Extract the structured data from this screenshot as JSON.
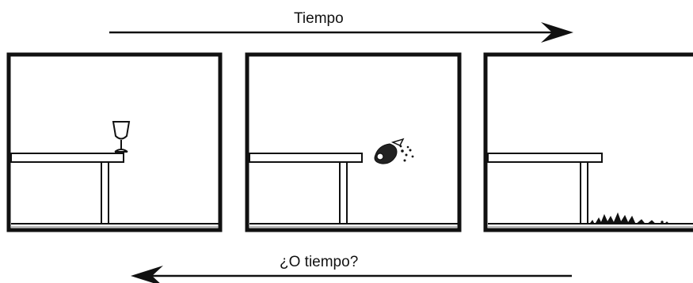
{
  "labels": {
    "forward": "Tiempo",
    "backward": "¿O tiempo?"
  },
  "panels": [
    {
      "id": 1,
      "glass_state": "intact-on-table"
    },
    {
      "id": 2,
      "glass_state": "falling-breaking"
    },
    {
      "id": 3,
      "glass_state": "shattered-on-floor"
    }
  ],
  "colors": {
    "ink": "#111111",
    "paper": "#ffffff"
  }
}
